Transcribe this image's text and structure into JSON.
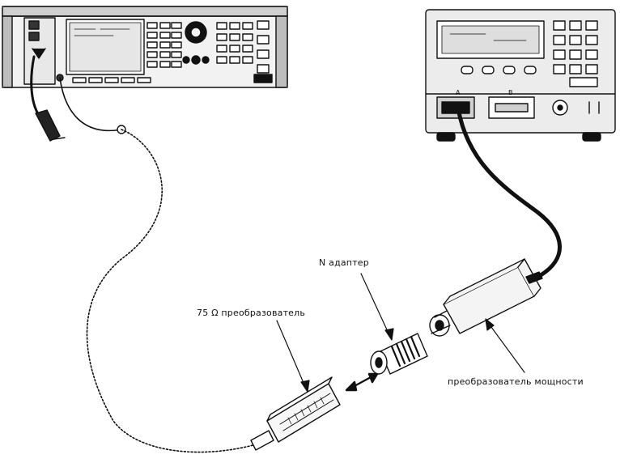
{
  "labels": {
    "n_adapter": "N адаптер",
    "sensor_75_ohm": "75 Ω преобразователь",
    "power_sensor": "преобразователь мощности"
  },
  "meter": {
    "channel_a": "A",
    "channel_b": "B"
  },
  "colors": {
    "line": "#111111",
    "background": "#ffffff"
  }
}
